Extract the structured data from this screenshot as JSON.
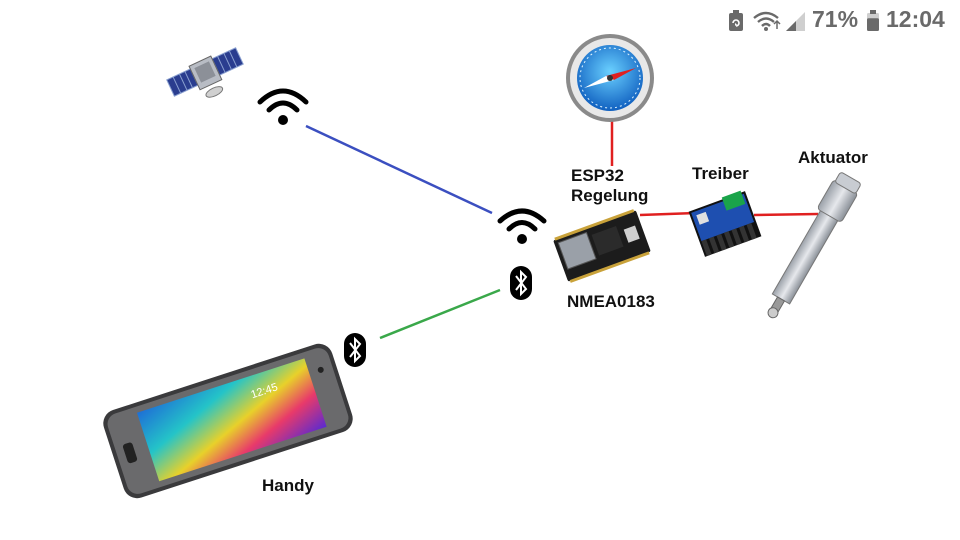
{
  "status_bar": {
    "battery_percent": "71%",
    "time": "12:04",
    "battery_level": 0.71,
    "icons": [
      "battery-saver-icon",
      "wifi-icon",
      "signal-icon",
      "battery-icon"
    ]
  },
  "diagram": {
    "labels": {
      "esp32_line1": "ESP32",
      "esp32_line2": "Regelung",
      "nmea": "NMEA0183",
      "treiber": "Treiber",
      "aktuator": "Aktuator",
      "handy": "Handy"
    },
    "phone_screen_time": "12:45",
    "connection_colors": {
      "wifi": "#3b4fc0",
      "bluetooth": "#3aa84a",
      "wired": "#e02020"
    },
    "icons": [
      "satellite-icon",
      "wifi-icon",
      "compass-icon",
      "bluetooth-icon",
      "esp32-board-icon",
      "motor-driver-icon",
      "linear-actuator-icon",
      "smartphone-icon"
    ]
  }
}
